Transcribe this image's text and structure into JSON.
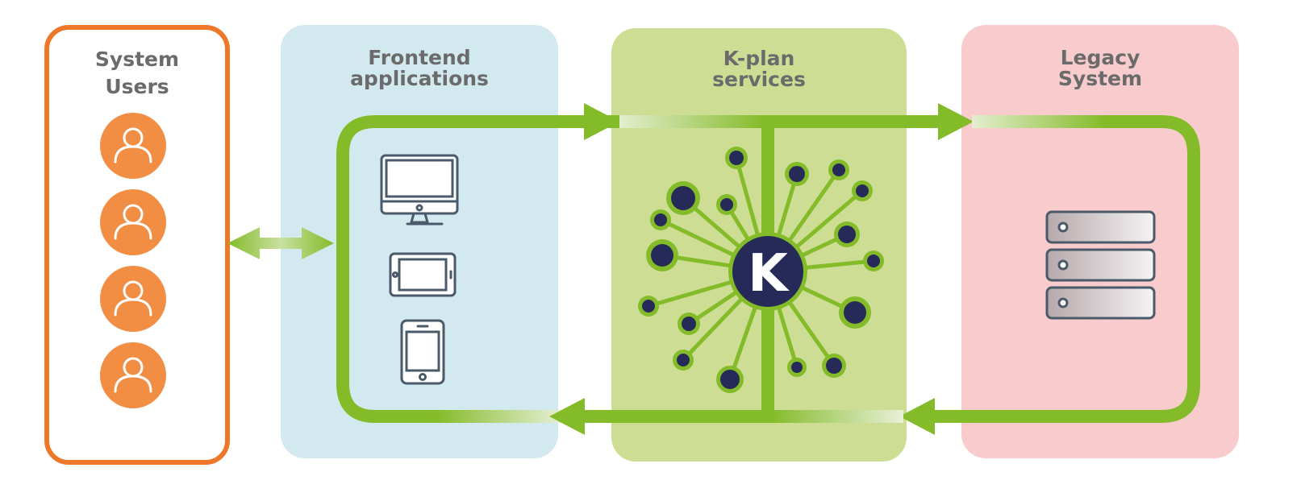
{
  "panels": {
    "users": {
      "title_line1": "System",
      "title_line2": "Users",
      "user_count": 4
    },
    "frontend": {
      "title_line1": "Frontend",
      "title_line2": "applications",
      "devices": [
        "desktop-monitor",
        "tablet",
        "smartphone"
      ]
    },
    "kplan": {
      "title_line1": "K-plan",
      "title_line2": "services",
      "hub_letter": "K"
    },
    "legacy": {
      "title_line1": "Legacy",
      "title_line2": "System",
      "server_units": 3
    }
  },
  "colors": {
    "users_border": "#ee7829",
    "user_fill": "#f28e44",
    "frontend_bg": "#d2e9f0",
    "kplan_bg": "#cdde94",
    "legacy_bg": "#f8cbcd",
    "flow_green": "#84bb29",
    "hub_navy": "#262a58",
    "icon_stroke": "#4a5a6a"
  },
  "flows": [
    {
      "from": "System Users",
      "to": "Frontend applications",
      "direction": "bidirectional"
    },
    {
      "from": "Frontend applications",
      "to": "K-plan services",
      "direction": "forward"
    },
    {
      "from": "K-plan services",
      "to": "Legacy System",
      "direction": "forward"
    },
    {
      "from": "Legacy System",
      "to": "K-plan services",
      "direction": "forward"
    },
    {
      "from": "K-plan services",
      "to": "Frontend applications",
      "direction": "forward"
    }
  ]
}
